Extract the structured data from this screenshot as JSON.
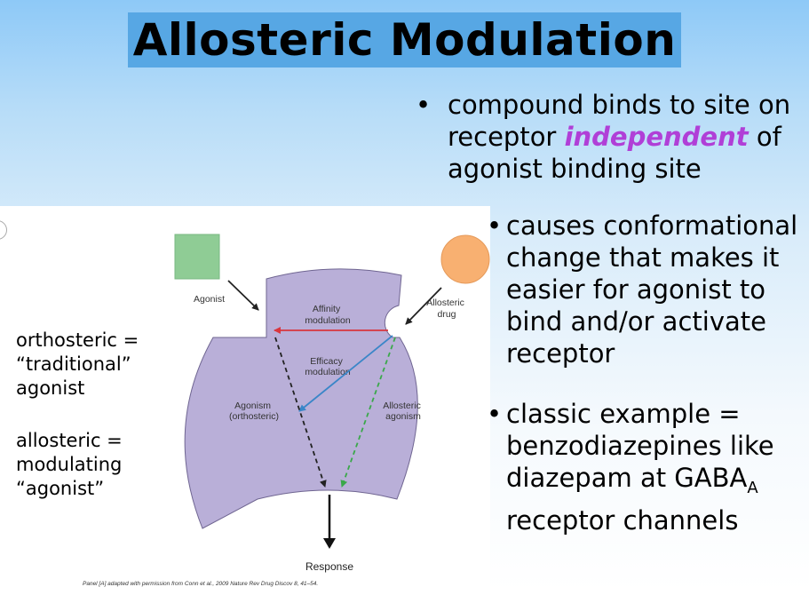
{
  "slide": {
    "title": "Allosteric Modulation",
    "bullet1": {
      "marker": "•",
      "line1": "compound binds to site on",
      "line2_pre": "receptor ",
      "line2_em": "independent",
      "line2_post": " of",
      "line3": "agonist binding site"
    },
    "bullet2": {
      "marker": "•",
      "lines": [
        "causes conformational",
        "change that makes it",
        "easier for agonist to",
        "bind and/or activate",
        "receptor"
      ]
    },
    "bullet3": {
      "marker": "•",
      "line1": "classic example =",
      "line2": "benzodiazepines like",
      "line3_pre": "diazepam at GABA",
      "line3_sub": "A",
      "line4": "receptor channels"
    },
    "side_notes": {
      "ortho": [
        "orthosteric =",
        "“traditional”",
        "agonist"
      ],
      "allo": [
        "allosteric =",
        "modulating",
        "“agonist”"
      ]
    }
  },
  "diagram": {
    "agonist_label": "Agonist",
    "allosteric_drug_label": [
      "Allosteric",
      "drug"
    ],
    "affinity_label": [
      "Affinity",
      "modulation"
    ],
    "efficacy_label": [
      "Efficacy",
      "modulation"
    ],
    "agonism_label": [
      "Agonism",
      "(orthosteric)"
    ],
    "allosteric_agonism_label": [
      "Allosteric",
      "agonism"
    ],
    "response_label": "Response",
    "caption": "Panel [A] adapted with permission from Conn et al., 2009 Nature Rev Drug Discov 8, 41–54.",
    "colors": {
      "receptor": "#b9afd8",
      "agonist": "#8fcc95",
      "drug": "#f8b071",
      "affinity_arrow": "#d9363e",
      "efficacy_arrow": "#3a86c8",
      "allosteric_arrow": "#3aa84a",
      "agonism_arrow": "#222222"
    }
  }
}
